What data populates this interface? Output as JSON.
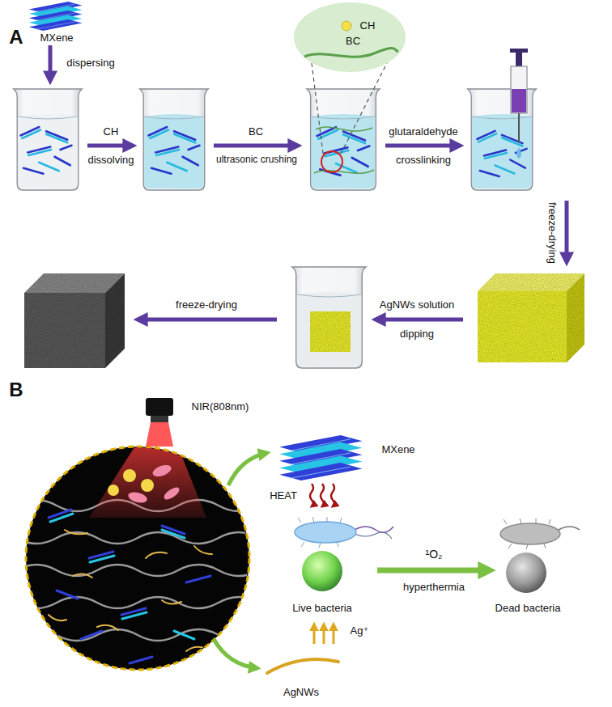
{
  "diagram": {
    "nodes": [
      {
        "text": [
          "CH",
          "BC"
        ]
      }
    ],
    "labels": [
      "A",
      "MXene",
      "dispersing",
      "CH",
      "dissolving",
      "BC",
      "ultrasonic crushing",
      "glutaraldehyde",
      "crosslinking",
      "freeze-drying",
      "AgNWs solution",
      "dipping",
      "freeze-drying",
      "B",
      "NIR(808nm)",
      "MXene",
      "HEAT",
      "Live bacteria",
      "¹O₂",
      "hyperthermia",
      "Dead bacteria",
      "Ag⁺",
      "AgNWs"
    ]
  }
}
